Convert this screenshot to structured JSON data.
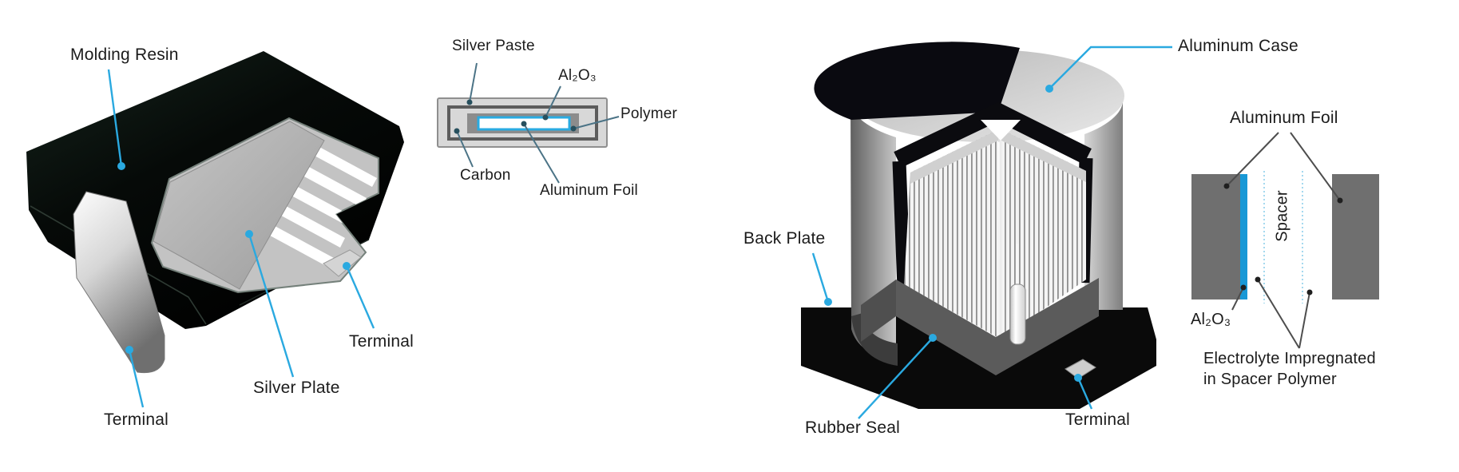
{
  "figure": {
    "description_left": "Molded chip polymer capacitor cutaway with element cross-section",
    "description_right": "Cylindrical aluminum polymer capacitor cutaway with foil detail"
  },
  "colors": {
    "leader_primary": "#2aa9e0",
    "leader_steel": "#4b7386",
    "leader_dark": "#4d4d4d",
    "foil_blue": "#1898d6",
    "al2o3_blue": "#29abe2",
    "spacer_dash": "#a5d9ef",
    "text": "#1b1b1b"
  },
  "left_diagram": {
    "molding_resin": "Molding Resin",
    "terminal_bottom": "Terminal",
    "silver_plate": "Silver Plate",
    "terminal_right": "Terminal",
    "cross_section": {
      "silver_paste": "Silver Paste",
      "al2o3": "Al₂O₃",
      "polymer": "Polymer",
      "carbon": "Carbon",
      "aluminum_foil": "Aluminum Foil"
    }
  },
  "right_diagram": {
    "aluminum_case": "Aluminum Case",
    "back_plate": "Back Plate",
    "rubber_seal": "Rubber Seal",
    "terminal": "Terminal",
    "foil_detail": {
      "aluminum_foil": "Aluminum Foil",
      "spacer": "Spacer",
      "al2o3": "Al₂O₃",
      "electrolyte_line1": "Electrolyte Impregnated",
      "electrolyte_line2": "in Spacer Polymer"
    }
  }
}
